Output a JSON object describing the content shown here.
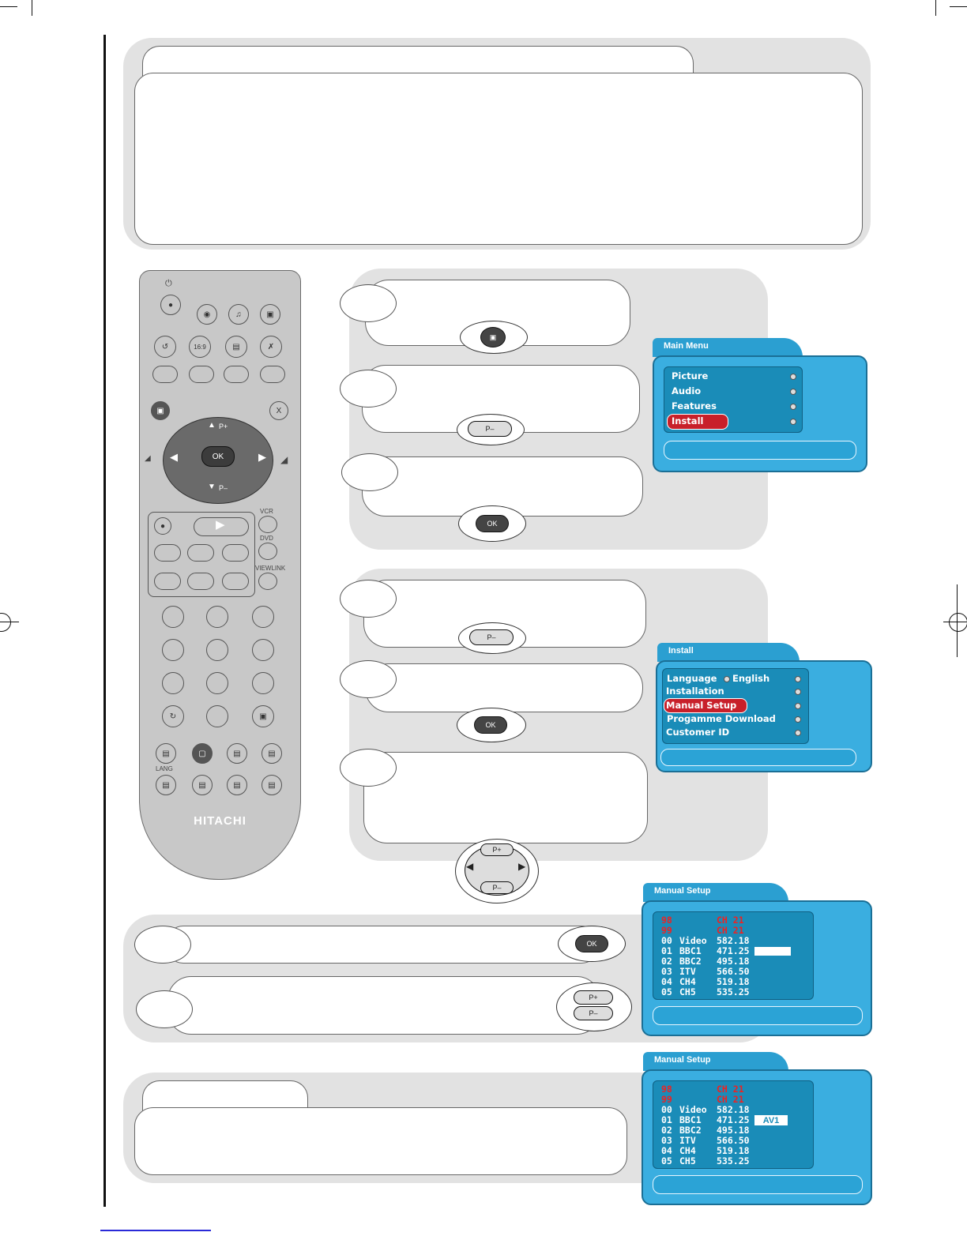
{
  "remote": {
    "brand": "HITACHI",
    "buttons": {
      "ratio": "16:9",
      "ok": "OK",
      "x": "X",
      "p_plus": "P+",
      "p_minus": "P–",
      "vcr": "VCR",
      "dvd": "DVD",
      "viewlink": "VIEWLINK",
      "lang": "LANG"
    }
  },
  "keys": {
    "ok": "OK",
    "p_plus": "P+",
    "p_minus": "P–"
  },
  "main_menu": {
    "title": "Main Menu",
    "items": [
      "Picture",
      "Audio",
      "Features",
      "Install"
    ],
    "selected": "Install"
  },
  "install_menu": {
    "title": "Install",
    "items": [
      "Language",
      "Installation",
      "Manual Setup",
      "Progamme Download",
      "Customer ID"
    ],
    "language_value": "English",
    "selected": "Manual Setup"
  },
  "manual_setup_1": {
    "title": "Manual Setup",
    "rows": [
      {
        "num": "98",
        "name": "",
        "freq": "CH 21",
        "red": true
      },
      {
        "num": "99",
        "name": "",
        "freq": "CH 21",
        "red": true
      },
      {
        "num": "00",
        "name": "Video",
        "freq": "582.18",
        "red": false
      },
      {
        "num": "01",
        "name": "BBC1",
        "freq": "471.25",
        "red": false
      },
      {
        "num": "02",
        "name": "BBC2",
        "freq": "495.18",
        "red": false
      },
      {
        "num": "03",
        "name": "ITV",
        "freq": "566.50",
        "red": false
      },
      {
        "num": "04",
        "name": "CH4",
        "freq": "519.18",
        "red": false
      },
      {
        "num": "05",
        "name": "CH5",
        "freq": "535.25",
        "red": false
      }
    ],
    "av_label": ""
  },
  "manual_setup_2": {
    "title": "Manual Setup",
    "rows": [
      {
        "num": "98",
        "name": "",
        "freq": "CH 21",
        "red": true
      },
      {
        "num": "99",
        "name": "",
        "freq": "CH 21",
        "red": true
      },
      {
        "num": "00",
        "name": "Video",
        "freq": "582.18",
        "red": false
      },
      {
        "num": "01",
        "name": "BBC1",
        "freq": "471.25",
        "red": false
      },
      {
        "num": "02",
        "name": "BBC2",
        "freq": "495.18",
        "red": false
      },
      {
        "num": "03",
        "name": "ITV",
        "freq": "566.50",
        "red": false
      },
      {
        "num": "04",
        "name": "CH4",
        "freq": "519.18",
        "red": false
      },
      {
        "num": "05",
        "name": "CH5",
        "freq": "535.25",
        "red": false
      }
    ],
    "av_label": "AV1"
  }
}
